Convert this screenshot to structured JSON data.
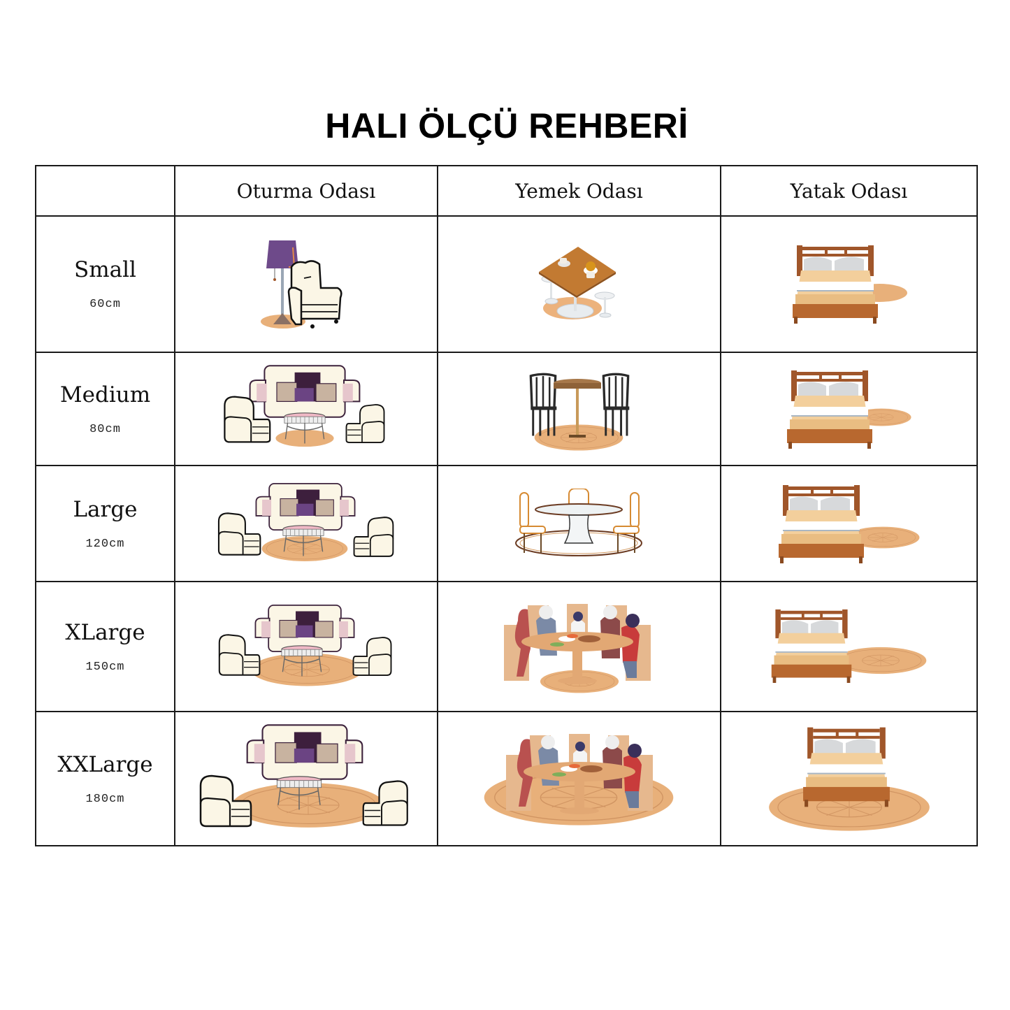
{
  "title": "HALI ÖLÇÜ REHBERİ",
  "colors": {
    "rug": "#e8b07a",
    "wood": "#b8682f",
    "sofa_cream": "#fbf6e6",
    "cushion_dark": "#3d1f3d",
    "cushion_purple": "#6b4483",
    "lamp_shade": "#6e4a8a",
    "border": "#1a1a1a"
  },
  "table": {
    "corner_label": "",
    "columns": [
      {
        "key": "living",
        "label": "Oturma Odası"
      },
      {
        "key": "dining",
        "label": "Yemek Odası"
      },
      {
        "key": "bedroom",
        "label": "Yatak Odası"
      }
    ],
    "rows": [
      {
        "size": "Small",
        "dimension": "60cm",
        "living": "lamp-armchair-small-rug-illustration",
        "dining": "square-cafe-table-stools-illustration",
        "bedroom": "bed-small-side-rug-illustration"
      },
      {
        "size": "Medium",
        "dimension": "80cm",
        "living": "sofa-set-small-rug-illustration",
        "dining": "bistro-table-two-chairs-illustration",
        "bedroom": "bed-medium-side-rug-illustration"
      },
      {
        "size": "Large",
        "dimension": "120cm",
        "living": "sofa-set-medium-rug-illustration",
        "dining": "round-glass-table-three-chairs-illustration",
        "bedroom": "bed-large-side-rug-illustration"
      },
      {
        "size": "XLarge",
        "dimension": "150cm",
        "living": "sofa-set-large-rug-illustration",
        "dining": "family-dinner-illustration",
        "bedroom": "bed-xlarge-side-rug-illustration"
      },
      {
        "size": "XXLarge",
        "dimension": "180cm",
        "living": "sofa-set-xxlarge-rug-illustration",
        "dining": "family-dinner-xxlarge-rug-illustration",
        "bedroom": "bed-under-xxlarge-rug-illustration"
      }
    ]
  }
}
